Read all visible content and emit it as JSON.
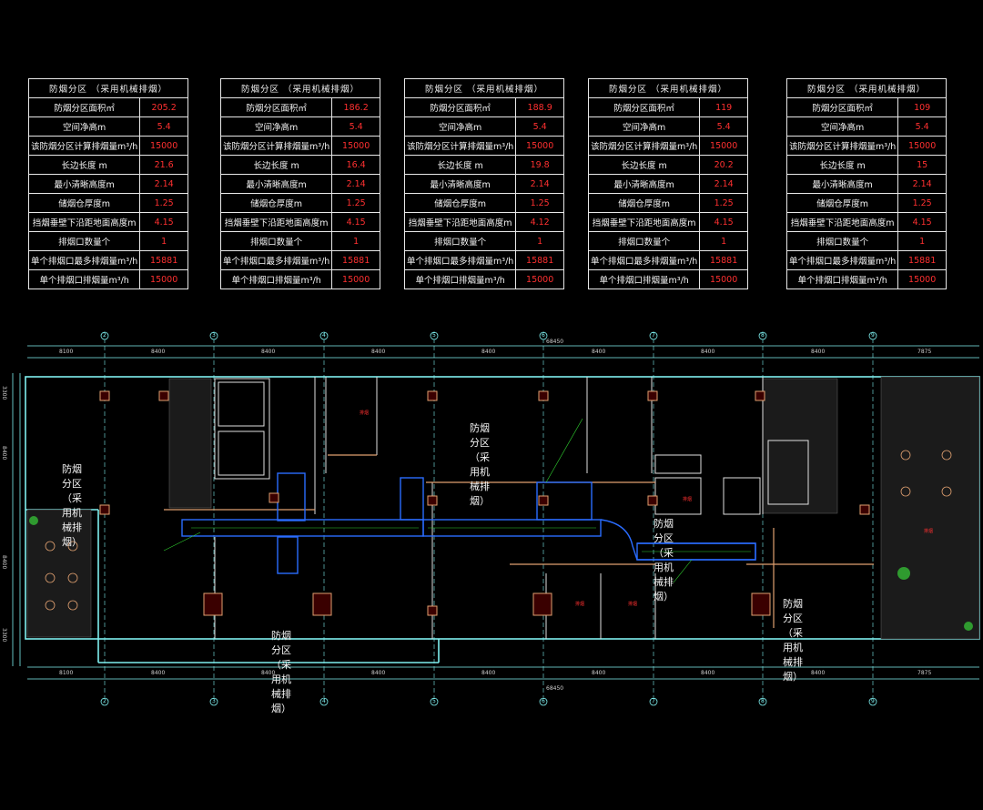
{
  "tables": [
    {
      "header": "防烟分区 （采用机械排烟）",
      "rows": [
        [
          "防烟分区面积㎡",
          "205.2"
        ],
        [
          "空间净高m",
          "5.4"
        ],
        [
          "该防烟分区计算排烟量m³/h",
          "15000"
        ],
        [
          "长边长度 m",
          "21.6"
        ],
        [
          "最小清晰高度m",
          "2.14"
        ],
        [
          "储烟仓厚度m",
          "1.25"
        ],
        [
          "挡烟垂壁下沿距地面高度m",
          "4.15"
        ],
        [
          "排烟口数量个",
          "1"
        ],
        [
          "单个排烟口最多排烟量m³/h",
          "15881"
        ],
        [
          "单个排烟口排烟量m³/h",
          "15000"
        ]
      ]
    },
    {
      "header": "防烟分区 （采用机械排烟）",
      "rows": [
        [
          "防烟分区面积㎡",
          "186.2"
        ],
        [
          "空间净高m",
          "5.4"
        ],
        [
          "该防烟分区计算排烟量m³/h",
          "15000"
        ],
        [
          "长边长度 m",
          "16.4"
        ],
        [
          "最小清晰高度m",
          "2.14"
        ],
        [
          "储烟仓厚度m",
          "1.25"
        ],
        [
          "挡烟垂壁下沿距地面高度m",
          "4.15"
        ],
        [
          "排烟口数量个",
          "1"
        ],
        [
          "单个排烟口最多排烟量m³/h",
          "15881"
        ],
        [
          "单个排烟口排烟量m³/h",
          "15000"
        ]
      ]
    },
    {
      "header": "防烟分区 （采用机械排烟）",
      "rows": [
        [
          "防烟分区面积㎡",
          "188.9"
        ],
        [
          "空间净高m",
          "5.4"
        ],
        [
          "该防烟分区计算排烟量m³/h",
          "15000"
        ],
        [
          "长边长度 m",
          "19.8"
        ],
        [
          "最小清晰高度m",
          "2.14"
        ],
        [
          "储烟仓厚度m",
          "1.25"
        ],
        [
          "挡烟垂壁下沿距地面高度m",
          "4.12"
        ],
        [
          "排烟口数量个",
          "1"
        ],
        [
          "单个排烟口最多排烟量m³/h",
          "15881"
        ],
        [
          "单个排烟口排烟量m³/h",
          "15000"
        ]
      ]
    },
    {
      "header": "防烟分区 （采用机械排烟）",
      "rows": [
        [
          "防烟分区面积㎡",
          "119"
        ],
        [
          "空间净高m",
          "5.4"
        ],
        [
          "该防烟分区计算排烟量m³/h",
          "15000"
        ],
        [
          "长边长度 m",
          "20.2"
        ],
        [
          "最小清晰高度m",
          "2.14"
        ],
        [
          "储烟仓厚度m",
          "1.25"
        ],
        [
          "挡烟垂壁下沿距地面高度m",
          "4.15"
        ],
        [
          "排烟口数量个",
          "1"
        ],
        [
          "单个排烟口最多排烟量m³/h",
          "15881"
        ],
        [
          "单个排烟口排烟量m³/h",
          "15000"
        ]
      ]
    },
    {
      "header": "防烟分区 （采用机械排烟）",
      "rows": [
        [
          "防烟分区面积㎡",
          "109"
        ],
        [
          "空间净高m",
          "5.4"
        ],
        [
          "该防烟分区计算排烟量m³/h",
          "15000"
        ],
        [
          "长边长度 m",
          "15"
        ],
        [
          "最小清晰高度m",
          "2.14"
        ],
        [
          "储烟仓厚度m",
          "1.25"
        ],
        [
          "挡烟垂壁下沿距地面高度m",
          "4.15"
        ],
        [
          "排烟口数量个",
          "1"
        ],
        [
          "单个排烟口最多排烟量m³/h",
          "15881"
        ],
        [
          "单个排烟口排烟量m³/h",
          "15000"
        ]
      ]
    }
  ],
  "plan": {
    "top_dims": [
      "8100",
      "8400",
      "8400",
      "8400",
      "8400",
      "8400",
      "8400",
      "8400",
      "7875"
    ],
    "bottom_dims": [
      "8100",
      "8400",
      "8400",
      "8400",
      "8400",
      "8400",
      "8400",
      "8400",
      "7875"
    ],
    "total_dim": "68450",
    "left_dims": [
      "3300",
      "8400",
      "3300"
    ],
    "grid_labels": [
      "2",
      "3",
      "4",
      "5",
      "6",
      "7",
      "8",
      "9"
    ],
    "zone_labels": [
      "防烟分区 （采用机械排烟）",
      "防烟分区 （采用机械排烟）",
      "防烟分区 （采用机械排烟）",
      "防烟分区 （采用机械排烟）",
      "防烟分区 （采用机械排烟）"
    ]
  },
  "colors": {
    "background": "#000000",
    "wall": "#7ff0f0",
    "duct": "#2a6cff",
    "annotation": "#30d030",
    "value": "#ff3030",
    "partition": "#e0a070"
  }
}
